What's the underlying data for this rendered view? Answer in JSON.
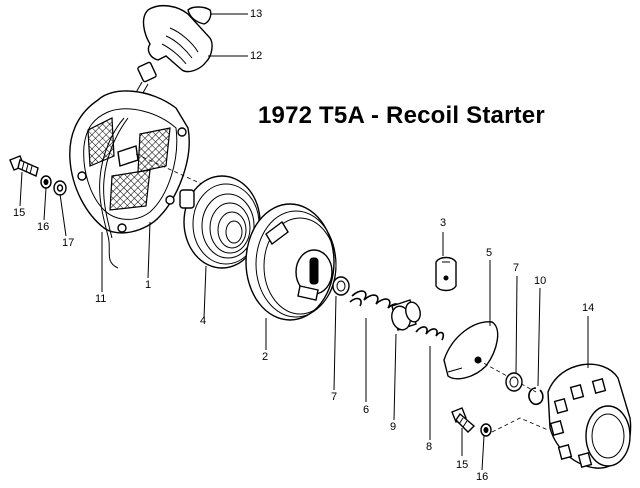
{
  "title": "1972 T5A - Recoil Starter",
  "callouts": [
    {
      "id": "13",
      "label": "13"
    },
    {
      "id": "12",
      "label": "12"
    },
    {
      "id": "15a",
      "label": "15"
    },
    {
      "id": "16a",
      "label": "16"
    },
    {
      "id": "17",
      "label": "17"
    },
    {
      "id": "11",
      "label": "11"
    },
    {
      "id": "1",
      "label": "1"
    },
    {
      "id": "4",
      "label": "4"
    },
    {
      "id": "2",
      "label": "2"
    },
    {
      "id": "3",
      "label": "3"
    },
    {
      "id": "5",
      "label": "5"
    },
    {
      "id": "7a",
      "label": "7"
    },
    {
      "id": "10",
      "label": "10"
    },
    {
      "id": "14",
      "label": "14"
    },
    {
      "id": "7b",
      "label": "7"
    },
    {
      "id": "6",
      "label": "6"
    },
    {
      "id": "9",
      "label": "9"
    },
    {
      "id": "8",
      "label": "8"
    },
    {
      "id": "15b",
      "label": "15"
    },
    {
      "id": "16b",
      "label": "16"
    }
  ]
}
